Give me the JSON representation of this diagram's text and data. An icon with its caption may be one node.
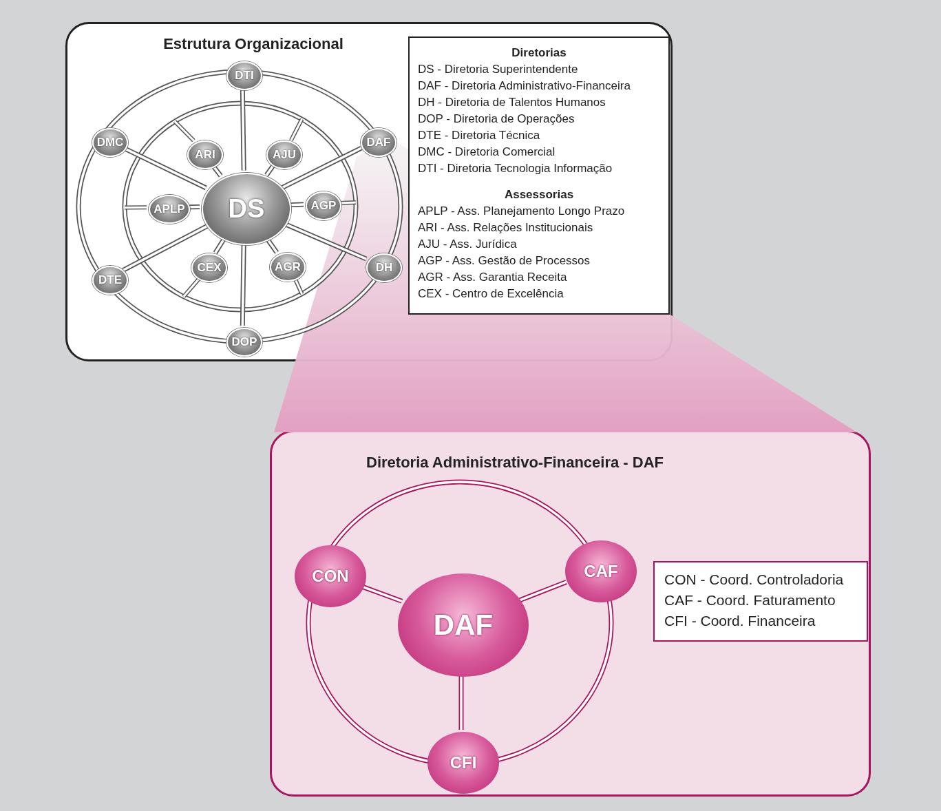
{
  "diagram": {
    "nodes": [
      {
        "text": [
          "Estrutura Organizacional"
        ]
      },
      {
        "text": [
          "DS"
        ],
        "in": 0
      },
      {
        "text": [
          "DTI"
        ],
        "in": 0
      },
      {
        "text": [
          "DMC"
        ],
        "in": 0
      },
      {
        "text": [
          "DAF"
        ],
        "in": 0
      },
      {
        "text": [
          "ARI"
        ],
        "in": 0
      },
      {
        "text": [
          "AJU"
        ],
        "in": 0
      },
      {
        "text": [
          "APLP"
        ],
        "in": 0
      },
      {
        "text": [
          "AGP"
        ],
        "in": 0
      },
      {
        "text": [
          "DH"
        ],
        "in": 0
      },
      {
        "text": [
          "CEX"
        ],
        "in": 0
      },
      {
        "text": [
          "AGR"
        ],
        "in": 0
      },
      {
        "text": [
          "DTE"
        ],
        "in": 0
      },
      {
        "text": [
          "DOP"
        ],
        "in": 0
      },
      {
        "text": [
          "Diretorias",
          "DS - Diretoria Superintendente",
          "DAF - Diretoria Administrativo-Financeira",
          "DH - Diretoria de Talentos Humanos",
          "DOP - Diretoria de Operações",
          "DTE - Diretoria Técnica",
          "DMC - Diretoria Comercial",
          "DTI - Diretoria Tecnologia Informação",
          "Assessorias",
          "APLP - Ass. Planejamento Longo Prazo",
          "ARI - Ass. Relações Institucionais",
          "AJU - Ass. Jurídica",
          "AGP - Ass. Gestão de Processos",
          "AGR - Ass. Garantia Receita",
          "CEX - Centro de Excelência"
        ],
        "in": 0
      },
      {
        "text": [
          "Diretoria Administrativo-Financeira - DAF"
        ]
      },
      {
        "text": [
          "CON"
        ],
        "in": 15
      },
      {
        "text": [
          "CAF"
        ],
        "in": 15
      },
      {
        "text": [
          "DAF"
        ],
        "in": 15
      },
      {
        "text": [
          "CFI"
        ],
        "in": 15
      },
      {
        "text": [
          "CON - Coord. Controladoria",
          "CAF - Coord. Faturamento",
          "CFI - Coord. Financeira"
        ],
        "in": 15
      }
    ],
    "edges": [
      {
        "from": 1,
        "to": 2,
        "arrow": "none"
      },
      {
        "from": 1,
        "to": 3,
        "arrow": "none"
      },
      {
        "from": 1,
        "to": 4,
        "arrow": "none"
      },
      {
        "from": 1,
        "to": 5,
        "arrow": "none"
      },
      {
        "from": 1,
        "to": 6,
        "arrow": "none"
      },
      {
        "from": 1,
        "to": 7,
        "arrow": "none"
      },
      {
        "from": 1,
        "to": 8,
        "arrow": "none"
      },
      {
        "from": 1,
        "to": 9,
        "arrow": "none"
      },
      {
        "from": 1,
        "to": 10,
        "arrow": "none"
      },
      {
        "from": 1,
        "to": 11,
        "arrow": "none"
      },
      {
        "from": 1,
        "to": 12,
        "arrow": "none"
      },
      {
        "from": 1,
        "to": 13,
        "arrow": "none"
      },
      {
        "from": 18,
        "to": 16,
        "arrow": "none"
      },
      {
        "from": 18,
        "to": 17,
        "arrow": "none"
      },
      {
        "from": 18,
        "to": 19,
        "arrow": "none"
      }
    ]
  }
}
